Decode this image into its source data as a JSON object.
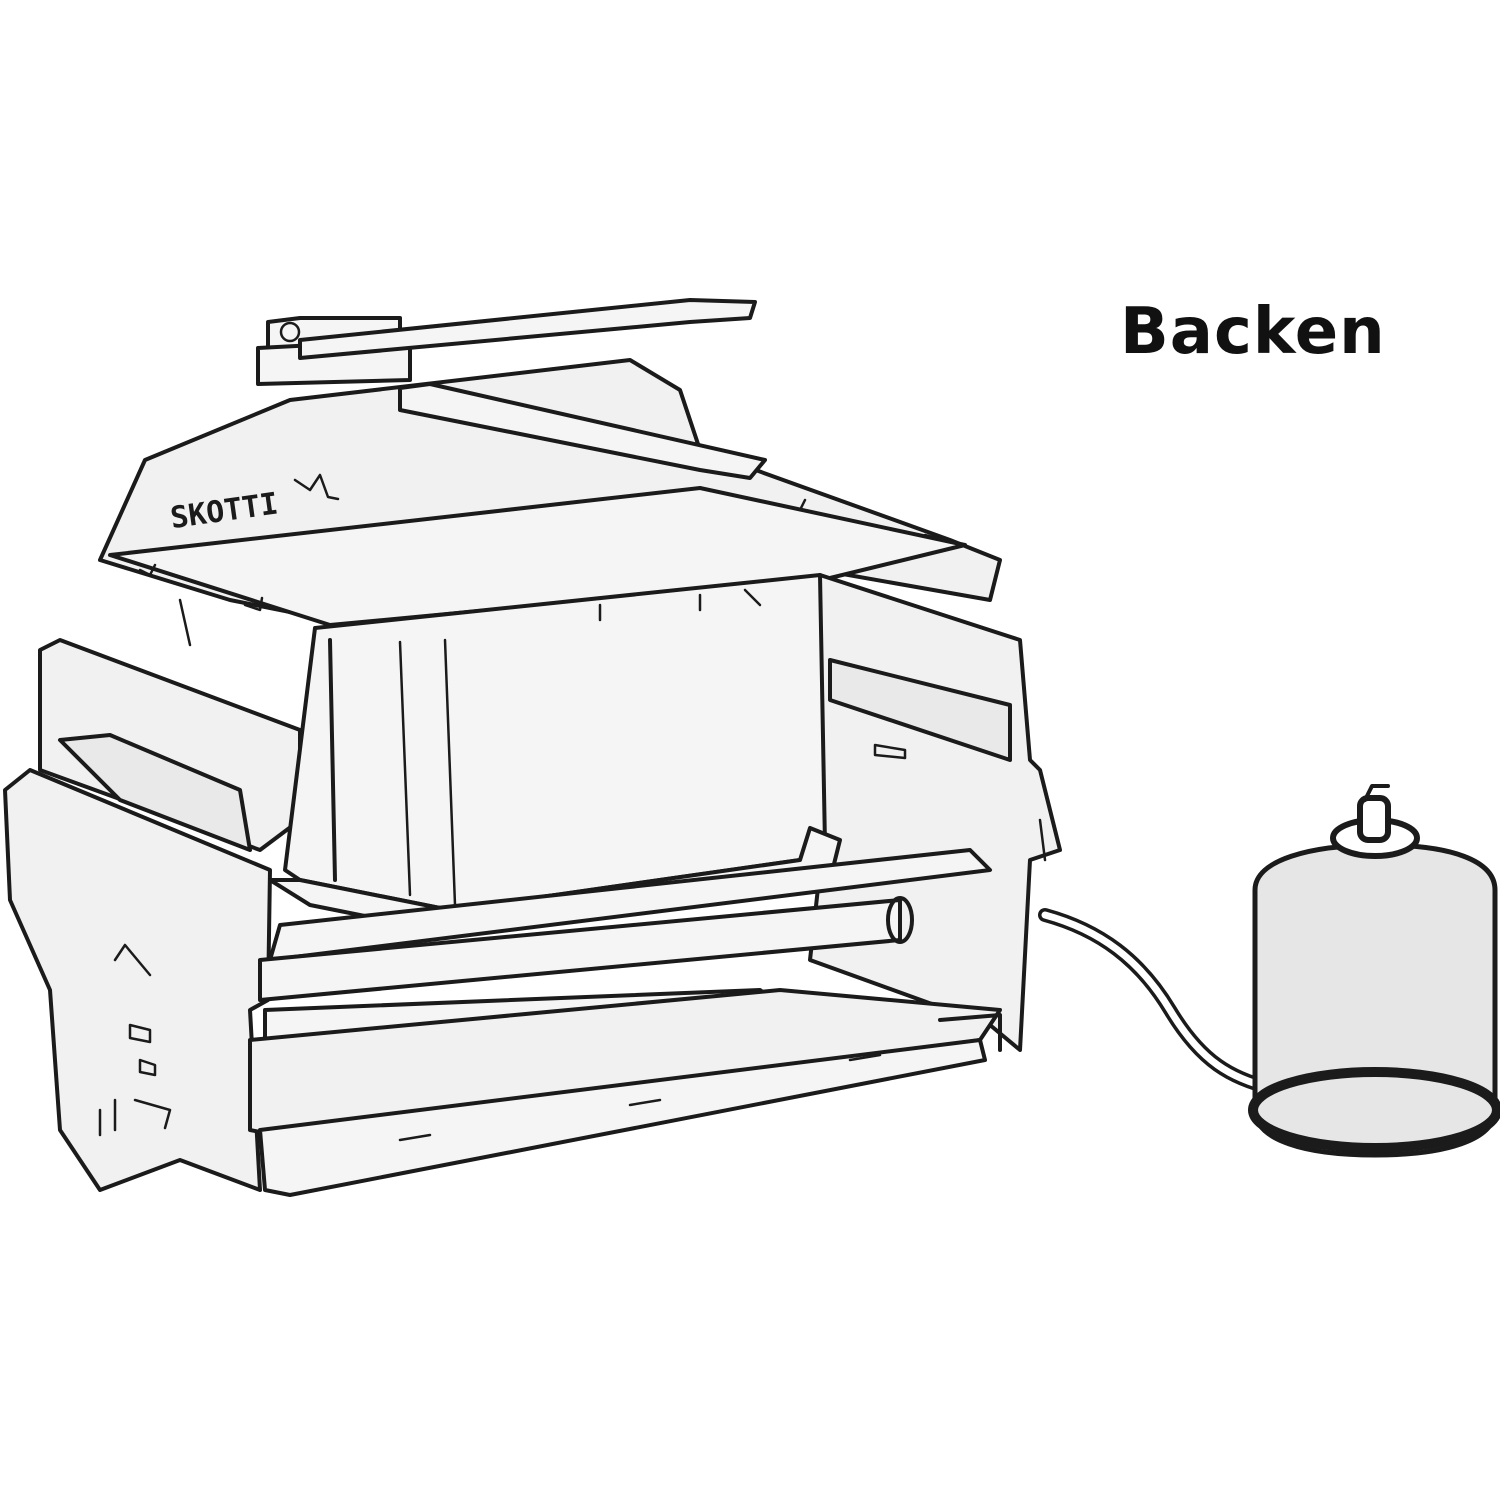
{
  "caption": {
    "text": "Backen"
  },
  "illustration": {
    "subject": "grill-with-gas-cartridge",
    "logo_text": "SKOTTI",
    "colors": {
      "line": "#1b1b1b",
      "fill": "#f1f1f1",
      "background": "#ffffff"
    }
  }
}
